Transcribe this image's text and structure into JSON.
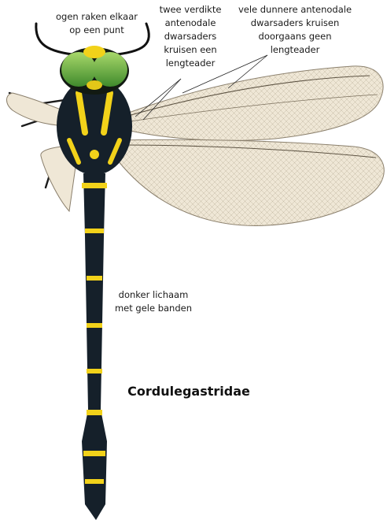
{
  "labels": {
    "eyes": "ogen raken elkaar\nop een punt",
    "thick_crossveins": "twee verdikte\nantenodale\ndwarsaders\nkruisen een\nlengteader",
    "thin_crossveins": "vele dunnere antenodale\ndwarsaders kruisen\ndoorgaans geen\nlengteader",
    "body": "donker lichaam\nmet gele banden"
  },
  "title": "Cordulegastridae",
  "colors": {
    "body": "#15202a",
    "yellow": "#f2d21a",
    "eye": "#7cc24a",
    "wing": "#efe7d6",
    "vein": "#8a7f6c"
  }
}
